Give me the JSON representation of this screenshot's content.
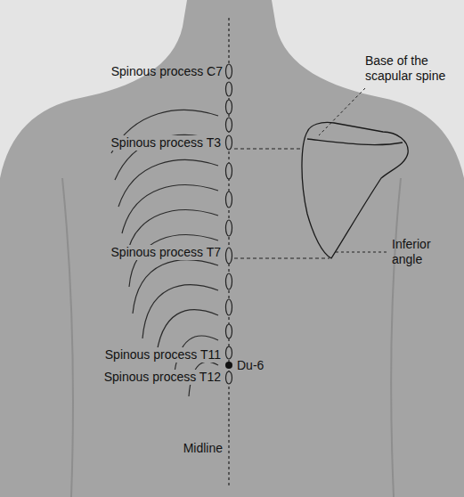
{
  "diagram": {
    "labels": [
      "Spinous process C7",
      "Base of the scapular spine",
      "Spinous process T3",
      "Spinous process T7",
      "Inferior angle",
      "Spinous process T11",
      "Du-6",
      "Spinous process T12",
      "Midline"
    ]
  }
}
